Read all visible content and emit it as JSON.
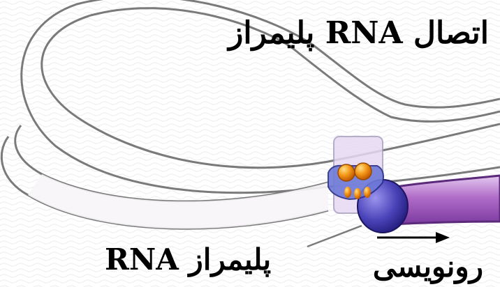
{
  "labels": {
    "title": "اتصال RNA پلیمراز",
    "polymerase": "RNA پلیمراز",
    "transcription": "رونویسی"
  },
  "colors": {
    "dna_fill": "#f7f5f7",
    "dna_stroke": "#7a7a7a",
    "rna_fill": "#b06cc8",
    "rna_stroke": "#5b2a7a",
    "polymerase_body": "#4a43b8",
    "bubble": "#e6d9f2",
    "factor_orange": "#f08a14",
    "background_wave": "#e8e8ec"
  }
}
